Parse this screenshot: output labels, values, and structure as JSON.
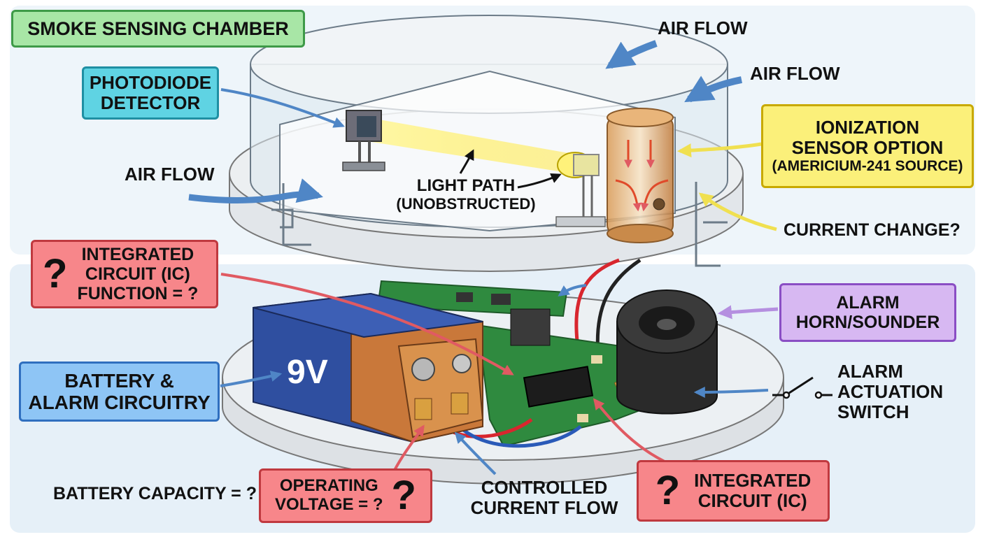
{
  "labels": {
    "title": "SMOKE SENSING CHAMBER",
    "photodiode": [
      "PHOTODIODE",
      "DETECTOR"
    ],
    "air_flow_top": "AIR FLOW",
    "air_flow_right": "AIR FLOW",
    "air_flow_left": "AIR FLOW",
    "light_path": [
      "LIGHT PATH",
      "(UNOBSTRUCTED)"
    ],
    "ionization": [
      "IONIZATION",
      "SENSOR OPTION",
      "(AMERICIUM-241 SOURCE)"
    ],
    "current_change": "CURRENT CHANGE?",
    "ic_function": [
      "INTEGRATED",
      "CIRCUIT (IC)",
      "FUNCTION = ?"
    ],
    "alarm_horn": [
      "ALARM",
      "HORN/SOUNDER"
    ],
    "battery_alarm": [
      "BATTERY &",
      "ALARM CIRCUITRY"
    ],
    "actuation_switch": [
      "ALARM",
      "ACTUATION",
      "SWITCH"
    ],
    "battery_capacity": "BATTERY CAPACITY = ?",
    "operating_voltage": [
      "OPERATING",
      "VOLTAGE = ?"
    ],
    "controlled_current": [
      "CONTROLLED",
      "CURRENT FLOW"
    ],
    "ic_bottom": [
      "INTEGRATED",
      "CIRCUIT (IC)"
    ],
    "battery_text": "9V",
    "question_mark": "?"
  },
  "colors": {
    "green_box": "#a8e6a6",
    "cyan_box": "#5fd3e3",
    "yellow_box": "#fbf07a",
    "red_box": "#f7868a",
    "purple_box": "#d7b8f2",
    "blue_box": "#8ec5f5",
    "battery_blue": "#2f4fa0",
    "battery_copper": "#c9783a",
    "pcb_green": "#2f8a3f",
    "air_flow_arrow": "#4f86c6"
  },
  "icons": [
    "photodiode-icon",
    "led-emitter-icon",
    "ionization-chamber-icon",
    "ic-chip-icon",
    "horn-speaker-icon",
    "battery-icon",
    "switch-symbol-icon"
  ]
}
